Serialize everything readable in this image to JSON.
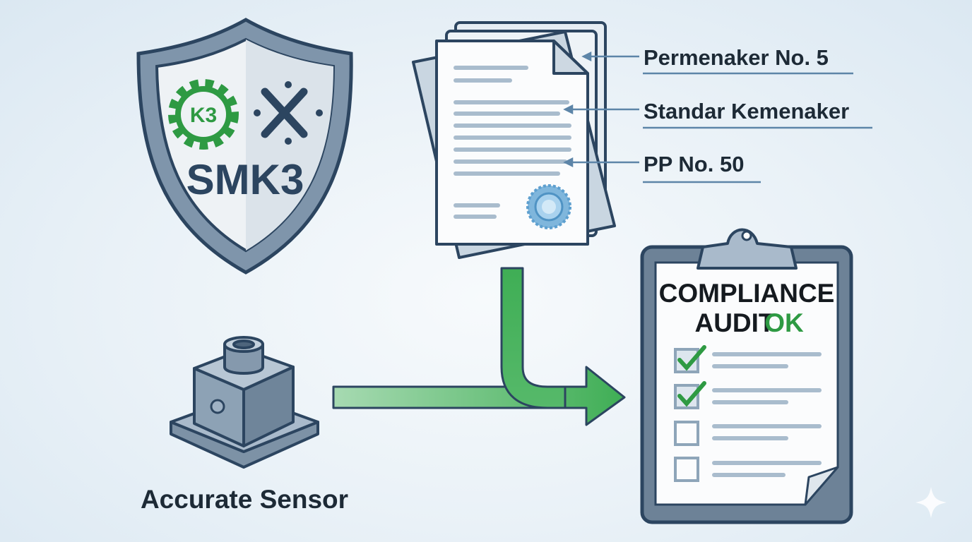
{
  "shield": {
    "title": "SMK3",
    "gear_badge": "K3"
  },
  "regulations": [
    {
      "label": "Permenaker No. 5"
    },
    {
      "label": "Standar Kemenaker"
    },
    {
      "label": "PP No. 50"
    }
  ],
  "sensor": {
    "label": "Accurate Sensor"
  },
  "clipboard": {
    "title_line1": "COMPLIANCE",
    "title_line2": "AUDIT",
    "status": "OK",
    "checklist": [
      {
        "checked": true
      },
      {
        "checked": true
      },
      {
        "checked": false
      },
      {
        "checked": false
      }
    ]
  },
  "colors": {
    "navy": "#2c4560",
    "green": "#2e9a43",
    "steel": "#6d8297",
    "line": "#a9bccd"
  }
}
